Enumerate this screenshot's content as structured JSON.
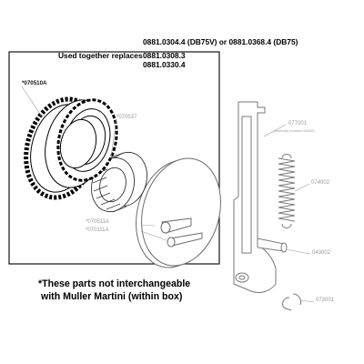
{
  "header": {
    "line1": "0881.0304.4 (DB75V) or 0881.0368.4 (DB75)",
    "replaces_label": "Used together replaces",
    "replaces_1": "0881.0308.3",
    "replaces_2": "0881.0330.4"
  },
  "parts": {
    "gear": "*070510A",
    "needle_bearing": "*070537",
    "disc_1": "*070511A",
    "disc_2": "*070111A",
    "arm": "077001",
    "arm_note": "(assembly includes 043002)",
    "spring": "074002",
    "pin": "043002",
    "clip": "073001"
  },
  "note": {
    "line1": "*These parts not interchangeable",
    "line2": "with Muller Martini (within box)"
  }
}
